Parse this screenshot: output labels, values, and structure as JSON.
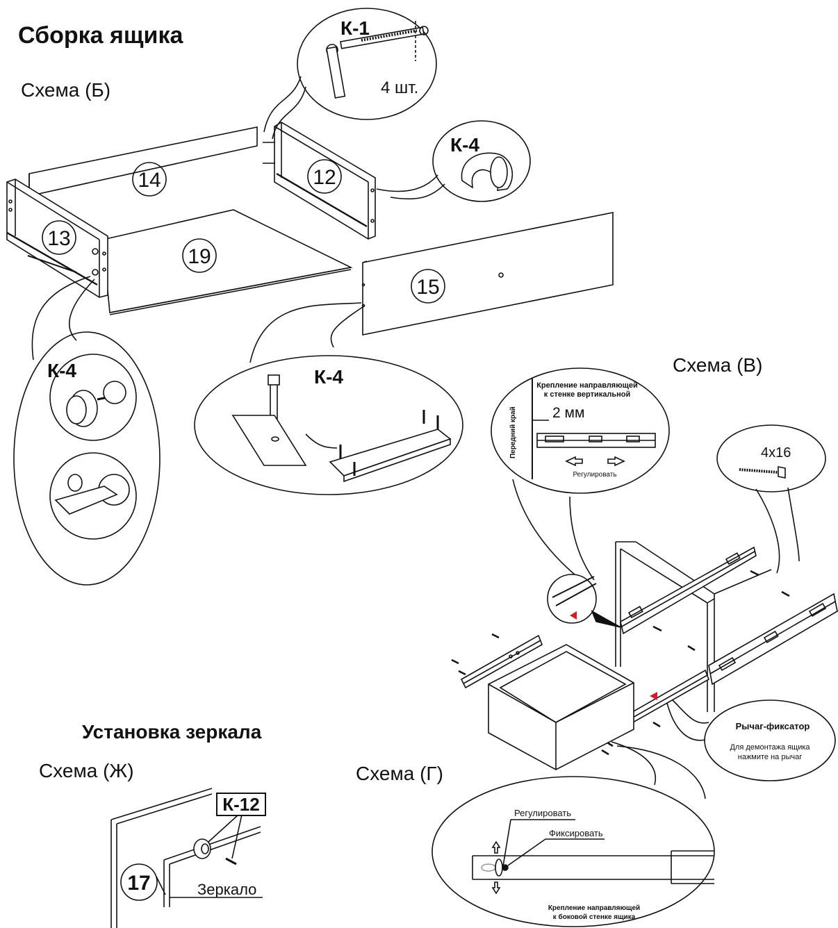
{
  "headings": {
    "drawer_assembly": "Сборка ящика",
    "mirror_install": "Установка зеркала"
  },
  "schemes": {
    "b": "Схема (Б)",
    "v": "Схема (В)",
    "g": "Схема (Г)",
    "zh": "Схема (Ж)"
  },
  "parts": {
    "p14": "14",
    "p12": "12",
    "p13": "13",
    "p19": "19",
    "p15": "15",
    "p17": "17"
  },
  "callouts": {
    "k1": "К-1",
    "k1_qty": "4 шт.",
    "k4_top": "К-4",
    "k4_left": "К-4",
    "k4_mid": "К-4",
    "k12": "К-12"
  },
  "rail_detail": {
    "title_line1": "Крепление направляющей",
    "title_line2": "к стенке вертикальной",
    "gap": "2 мм",
    "front_edge": "Передний край",
    "adjust": "Регулировать"
  },
  "screw": {
    "size": "4х16"
  },
  "lever": {
    "title": "Рычаг-фиксатор",
    "desc_line1": "Для демонтажа ящика",
    "desc_line2": "нажмите на рычаг"
  },
  "side_detail": {
    "adjust": "Регулировать",
    "fix": "Фиксировать",
    "caption_line1": "Крепление направляющей",
    "caption_line2": "к боковой стенке ящика"
  },
  "mirror": {
    "label": "Зеркало"
  },
  "colors": {
    "ink": "#111111",
    "panel": "#ffffff",
    "accent_red": "#d01f2b"
  }
}
